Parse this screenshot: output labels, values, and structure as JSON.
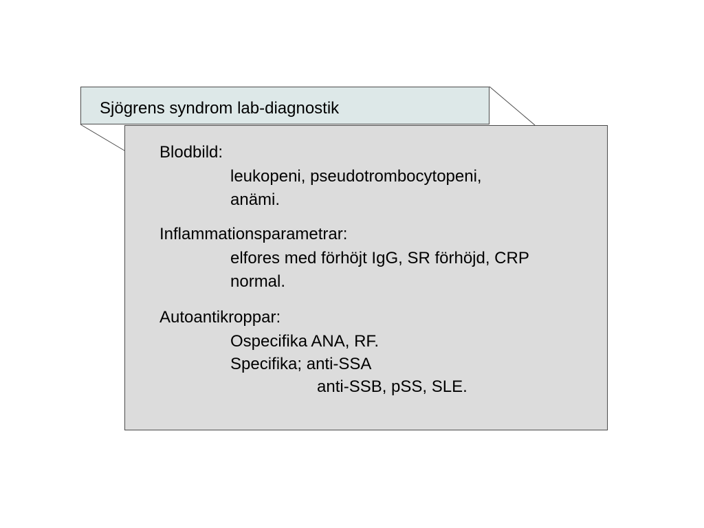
{
  "title": "Sjögrens syndrom lab-diagnostik",
  "sections": [
    {
      "heading": "Blodbild:",
      "lines": [
        "leukopeni, pseudotrombocytopeni,",
        "anämi."
      ]
    },
    {
      "heading": "Inflammationsparametrar:",
      "lines": [
        "elfores med förhöjt IgG, SR förhöjd, CRP",
        "normal."
      ]
    },
    {
      "heading": "Autoantikroppar:",
      "lines": [
        "Ospecifika ANA, RF.",
        "Specifika; anti-SSA"
      ],
      "sublines": [
        "anti-SSB, pSS, SLE."
      ]
    }
  ],
  "colors": {
    "title_box_fill": "#dde8e8",
    "content_box_fill": "#dcdcdc",
    "border": "#4a4a4a"
  }
}
